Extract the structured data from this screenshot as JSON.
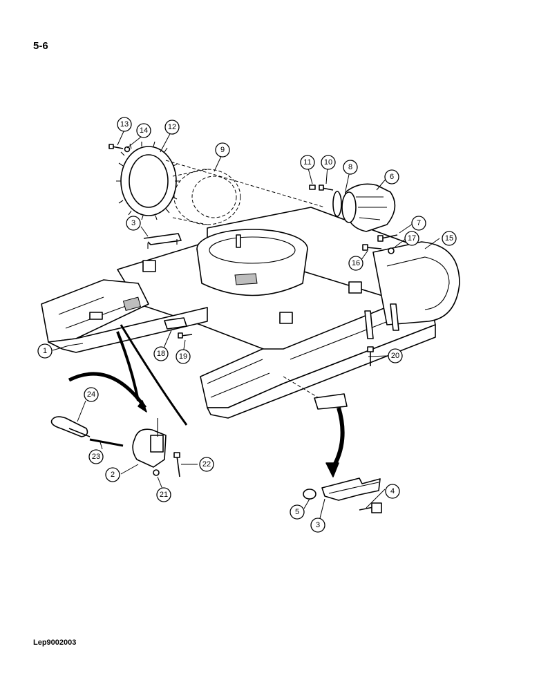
{
  "header": {
    "page_number": "5-6"
  },
  "footer": {
    "doc_code": "Lep9002003"
  },
  "callouts": [
    {
      "id": "c13",
      "label": "13"
    },
    {
      "id": "c14",
      "label": "14"
    },
    {
      "id": "c12",
      "label": "12"
    },
    {
      "id": "c9",
      "label": "9"
    },
    {
      "id": "c11",
      "label": "11"
    },
    {
      "id": "c10",
      "label": "10"
    },
    {
      "id": "c8",
      "label": "8"
    },
    {
      "id": "c6",
      "label": "6"
    },
    {
      "id": "c7",
      "label": "7"
    },
    {
      "id": "c17",
      "label": "17"
    },
    {
      "id": "c15",
      "label": "15"
    },
    {
      "id": "c16",
      "label": "16"
    },
    {
      "id": "c3a",
      "label": "3"
    },
    {
      "id": "c1",
      "label": "1"
    },
    {
      "id": "c18",
      "label": "18"
    },
    {
      "id": "c19",
      "label": "19"
    },
    {
      "id": "c20",
      "label": "20"
    },
    {
      "id": "c24",
      "label": "24"
    },
    {
      "id": "c23",
      "label": "23"
    },
    {
      "id": "c2",
      "label": "2"
    },
    {
      "id": "c21",
      "label": "21"
    },
    {
      "id": "c22",
      "label": "22"
    },
    {
      "id": "c4",
      "label": "4"
    },
    {
      "id": "c5",
      "label": "5"
    },
    {
      "id": "c3b",
      "label": "3"
    }
  ]
}
